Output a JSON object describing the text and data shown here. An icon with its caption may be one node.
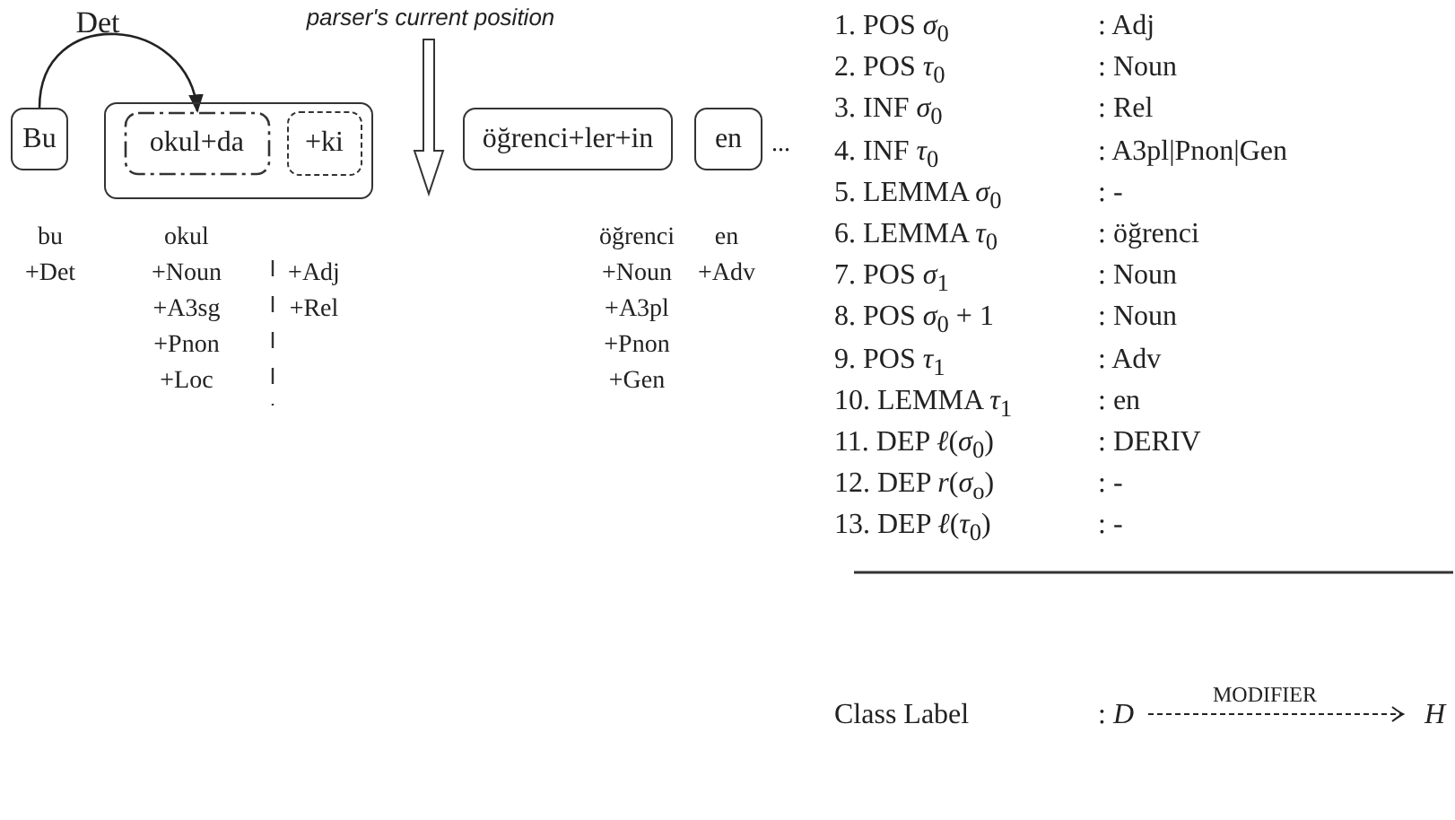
{
  "diagram": {
    "nodes": [
      {
        "text": [
          "Bu"
        ]
      },
      {
        "text": [],
        "shape": "box"
      },
      {
        "text": [
          "okul+da"
        ],
        "in": 1
      },
      {
        "text": [
          "+ki"
        ],
        "in": 1
      },
      {
        "text": [
          "öğrenci+ler+in"
        ]
      },
      {
        "text": [
          "en"
        ]
      }
    ],
    "edges": [
      {
        "from": 0,
        "to": 2,
        "arrow": "to",
        "label": "Det"
      }
    ],
    "labels": [
      "parser's current position",
      "...",
      "bu",
      "+Det",
      "okul",
      "+Noun",
      "+A3sg",
      "+Pnon",
      "+Loc",
      "+Adj",
      "+Rel",
      "öğrenci",
      "+Noun",
      "+A3pl",
      "+Pnon",
      "+Gen",
      "en",
      "+Adv",
      "1. POS *σ*$_{0}$",
      ": Adj",
      "2. POS *τ*$_{0}$",
      ": Noun",
      "3. INF *σ*$_{0}$",
      ": Rel",
      "4. INF *τ*$_{0}$",
      ": A3pl|Pnon|Gen",
      "5. LEMMA *σ*$_{0}$",
      ": -",
      "6. LEMMA *τ*$_{0}$",
      ": öğrenci",
      "7. POS *σ*$_{1}$",
      ": Noun",
      "8. POS *σ*$_{0}$ + 1",
      ": Noun",
      "9. POS *τ*$_{1}$",
      ": Adv",
      "10. LEMMA *τ*$_{1}$",
      ": en",
      "11. DEP *ℓ*(*σ*$_{0}$)",
      ": DERIV",
      "12. DEP *r*(*σ*$_{o}$)",
      ": -",
      "13. DEP *ℓ*(*τ*$_{0}$)",
      ": -",
      "Class Label",
      ": *D*",
      "MODIFIER",
      "*H*"
    ]
  }
}
